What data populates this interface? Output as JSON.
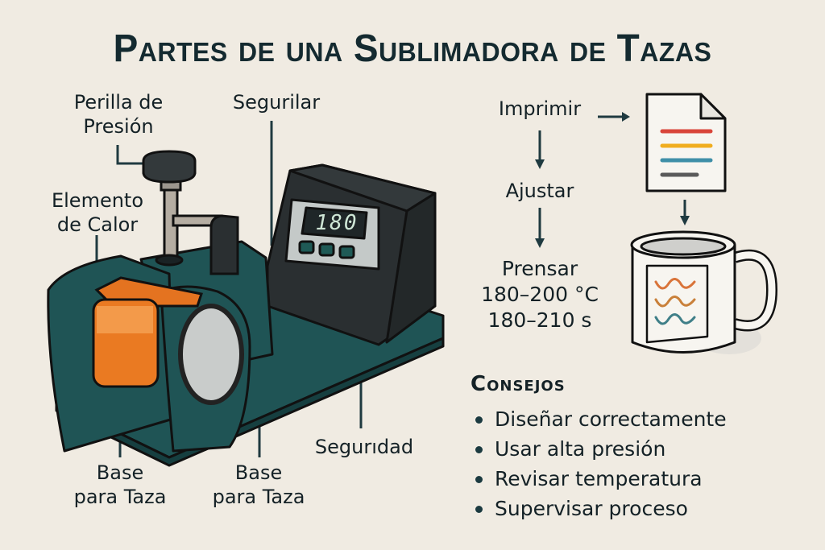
{
  "title": "Partes de una Sublimadora de Tazas",
  "machine_labels": {
    "pressure_knob": [
      "Perilla de",
      "Presión"
    ],
    "heat_element": [
      "Elemento",
      "de Calor"
    ],
    "top_right": "Segurilar",
    "safety": "Segurıdad",
    "mug_base_left": [
      "Base",
      "para Taza"
    ],
    "mug_base_right": [
      "Base",
      "para Taza"
    ]
  },
  "display_value": "180",
  "process": {
    "step1": "Imprimir",
    "step2": "Ajustar",
    "step3": "Prensar",
    "temperature": "180–200 °C",
    "time": "180–210 s"
  },
  "document_line_colors": [
    "#d9453a",
    "#f0ad1f",
    "#3f8fa8",
    "#5a5a5a"
  ],
  "colors": {
    "background": "#f0ebe2",
    "machine_teal": "#1f5455",
    "machine_dark": "#2a2f31",
    "heater_orange": "#ea7a22",
    "text": "#142126"
  },
  "tips": {
    "title": "Consejos",
    "items": [
      "Diseñar correctamente",
      "Usar alta presión",
      "Revisar temperatura",
      "Supervisar proceso"
    ]
  }
}
